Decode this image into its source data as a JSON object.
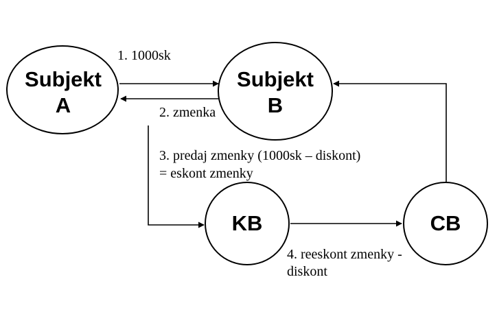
{
  "nodes": {
    "subjekt_a": {
      "line1": "Subjekt",
      "line2": "A"
    },
    "subjekt_b": {
      "line1": "Subjekt",
      "line2": "B"
    },
    "kb": {
      "label": "KB"
    },
    "cb": {
      "label": "CB"
    }
  },
  "edges": {
    "payment": {
      "label": "1.  1000sk"
    },
    "bill": {
      "label": "2. zmenka"
    },
    "sale": {
      "line1": "3. predaj zmenky (1000sk – diskont)",
      "line2": "= eskont zmenky"
    },
    "rediscount": {
      "line1": "4. reeskont zmenky -",
      "line2": "diskont"
    }
  },
  "colors": {
    "stroke": "#000000",
    "background": "#ffffff"
  }
}
